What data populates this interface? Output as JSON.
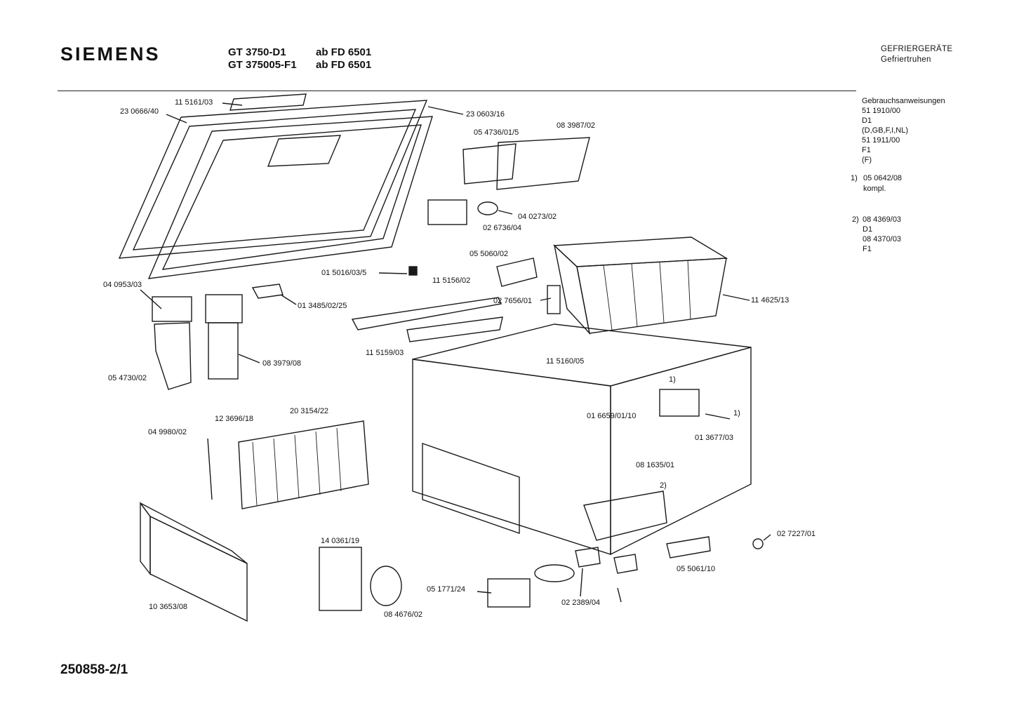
{
  "header": {
    "brand": "SIEMENS",
    "model_1": "GT 3750-D1",
    "model_1_from": "ab FD 6501",
    "model_2": "GT 375005-F1",
    "model_2_from": "ab FD 6501",
    "category": "GEFRIERGERÄTE",
    "subcategory": "Gefriertruhen"
  },
  "side_notes": {
    "manual_title": "Gebrauchsanweisungen",
    "manual_lines": [
      "51 1910/00",
      "D1",
      "(D,GB,F,I,NL)",
      "51 1911/00",
      "F1",
      "(F)"
    ],
    "note1_marker": "1)",
    "note1_part": "05 0642/08",
    "note1_text": "kompl.",
    "note2_marker": "2)",
    "note2_lines": [
      "08 4369/03",
      "D1",
      "08 4370/03",
      "F1"
    ]
  },
  "part_labels": [
    "11 5161/03",
    "23 0666/40",
    "23 0603/16",
    "05 4736/01/5",
    "08 3987/02",
    "04 0273/02",
    "02 6736/04",
    "05 5060/02",
    "01 5016/03/5",
    "04 0953/03",
    "11 5156/02",
    "01 3485/02/25",
    "02 7656/01",
    "11 4625/13",
    "08 3979/08",
    "11 5159/03",
    "11 5160/05",
    "05 4730/02",
    "1)",
    "01 6659/01/10",
    "1)",
    "01 3677/03",
    "20 3154/22",
    "12 3696/18",
    "04 9980/02",
    "08 1635/01",
    "2)",
    "02 7227/01",
    "14 0361/19",
    "05 5061/10",
    "05 1771/24",
    "02 2389/04",
    "08 4676/02",
    "10 3653/08"
  ],
  "document_number": "250858-2/1"
}
